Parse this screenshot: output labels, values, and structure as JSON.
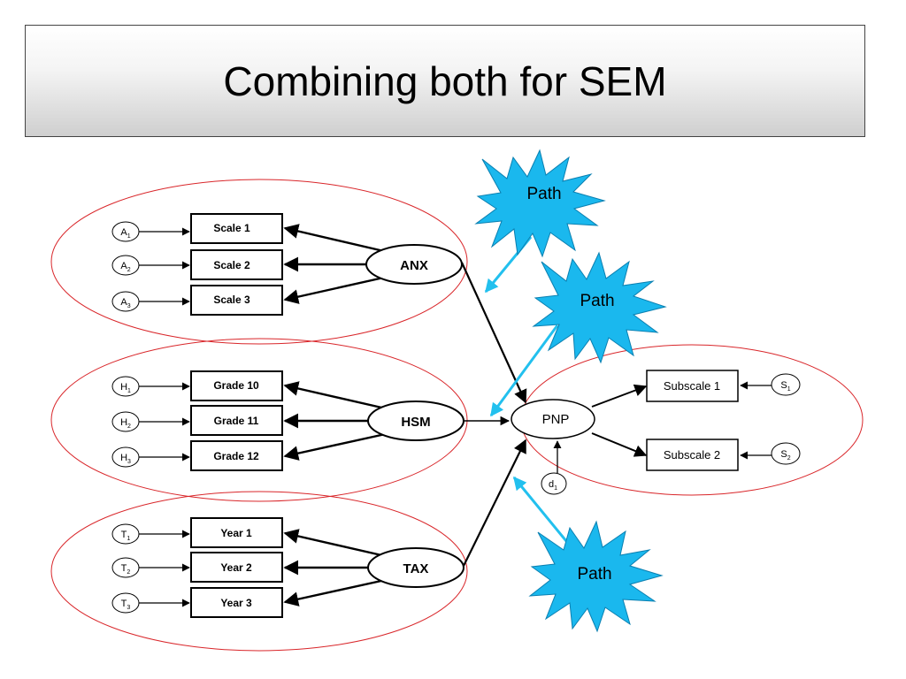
{
  "title": "Combining both for SEM",
  "latents": {
    "anx": "ANX",
    "hsm": "HSM",
    "tax": "TAX",
    "pnp": "PNP"
  },
  "indicators": {
    "anx": [
      "Scale 1",
      "Scale 2",
      "Scale 3"
    ],
    "hsm": [
      "Grade 10",
      "Grade 11",
      "Grade 12"
    ],
    "tax": [
      "Year 1",
      "Year 2",
      "Year 3"
    ],
    "pnp": [
      "Subscale 1",
      "Subscale 2"
    ]
  },
  "errors": {
    "anx": [
      {
        "letter": "A",
        "sub": "1"
      },
      {
        "letter": "A",
        "sub": "2"
      },
      {
        "letter": "A",
        "sub": "3"
      }
    ],
    "hsm": [
      {
        "letter": "H",
        "sub": "1"
      },
      {
        "letter": "H",
        "sub": "2"
      },
      {
        "letter": "H",
        "sub": "3"
      }
    ],
    "tax": [
      {
        "letter": "T",
        "sub": "1"
      },
      {
        "letter": "T",
        "sub": "2"
      },
      {
        "letter": "T",
        "sub": "3"
      }
    ],
    "pnp": [
      {
        "letter": "S",
        "sub": "1"
      },
      {
        "letter": "S",
        "sub": "2"
      }
    ],
    "disturbance": {
      "letter": "d",
      "sub": "1"
    }
  },
  "callouts": [
    "Path",
    "Path",
    "Path"
  ],
  "colors": {
    "group_outline": "#d9262a",
    "callout_fill": "#1ab8ee",
    "callout_arrow": "#22c0ee",
    "line": "#000000"
  }
}
